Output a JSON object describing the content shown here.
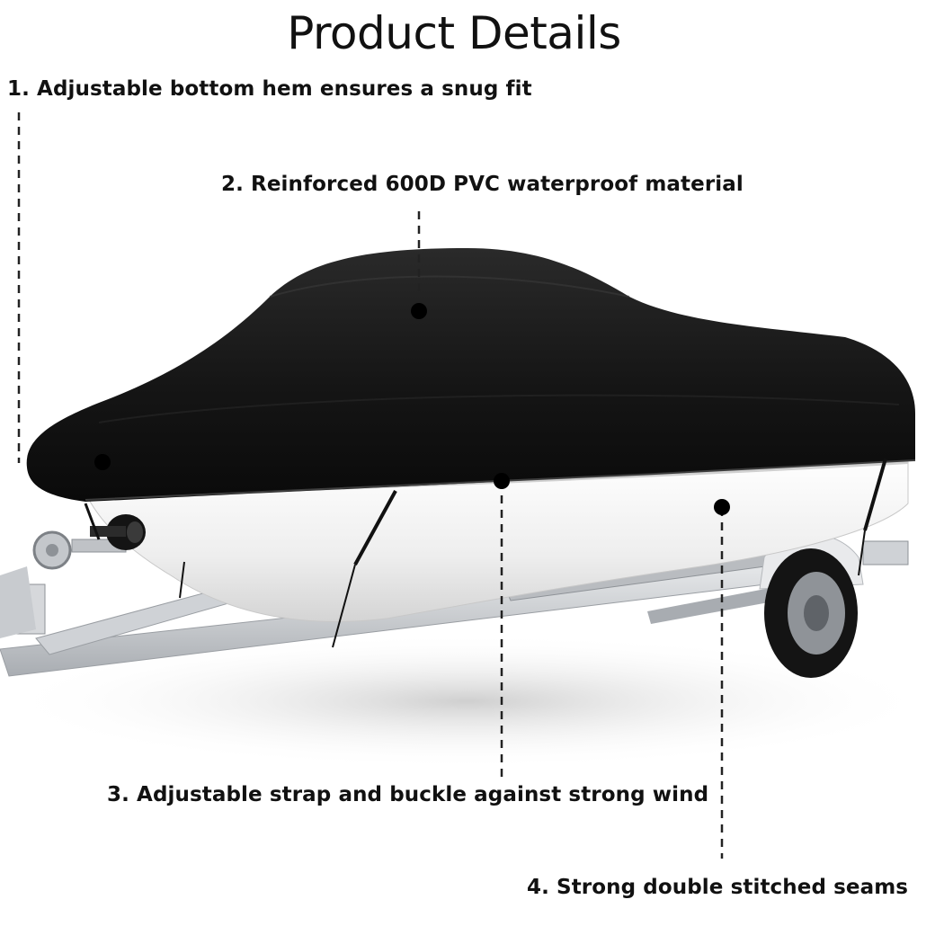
{
  "title": "Product Details",
  "features": [
    "1. Adjustable bottom hem ensures a snug fit",
    "2. Reinforced 600D PVC waterproof material",
    "3. Adjustable strap and buckle against strong wind",
    "4. Strong double stitched seams"
  ],
  "colors": {
    "cover": "#141414",
    "hull": "#f4f4f4",
    "trailer": "#c9ccd0",
    "text": "#111111"
  },
  "icons": {
    "callout_marker": "filled-circle",
    "leader_line": "dashed-line"
  }
}
